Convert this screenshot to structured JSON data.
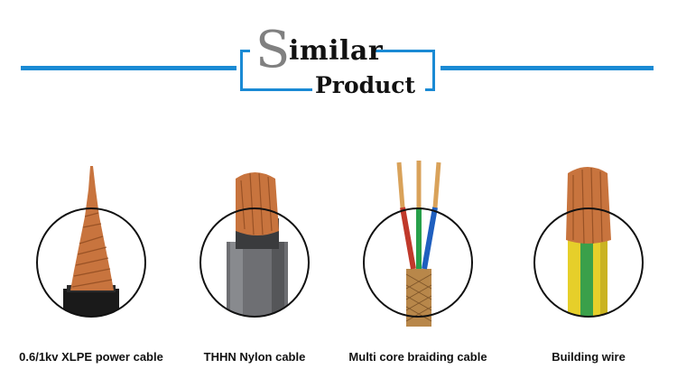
{
  "header": {
    "title_initial": "S",
    "title_rest": "imilar",
    "title_second": "Product"
  },
  "colors": {
    "accent": "#1a8ad4",
    "copper": "#c8743e",
    "title_gray": "#808080"
  },
  "products": [
    {
      "label": "0.6/1kv XLPE power cable"
    },
    {
      "label": "THHN Nylon cable"
    },
    {
      "label": "Multi core braiding cable"
    },
    {
      "label": "Building wire"
    }
  ]
}
